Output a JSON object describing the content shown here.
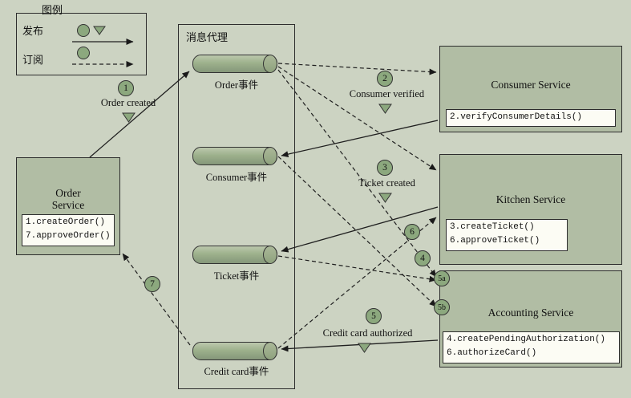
{
  "legend": {
    "title": "图例",
    "publish_label": "发布",
    "subscribe_label": "订阅"
  },
  "broker": {
    "title": "消息代理",
    "channels": {
      "order": "Order事件",
      "consumer": "Consumer事件",
      "ticket": "Ticket事件",
      "credit": "Credit card事件"
    }
  },
  "services": {
    "order": {
      "name": "Order Service",
      "methods": [
        "1.createOrder()",
        "7.approveOrder()"
      ]
    },
    "consumer": {
      "name": "Consumer Service",
      "methods": [
        "2.verifyConsumerDetails()"
      ]
    },
    "kitchen": {
      "name": "Kitchen Service",
      "methods": [
        "3.createTicket()",
        "6.approveTicket()"
      ]
    },
    "accounting": {
      "name": "Accounting Service",
      "methods": [
        "4.createPendingAuthorization()",
        "6.authorizeCard()"
      ]
    }
  },
  "steps": {
    "s1": {
      "num": "1",
      "label": "Order created"
    },
    "s2": {
      "num": "2",
      "label": "Consumer verified"
    },
    "s3": {
      "num": "3",
      "label": "Ticket created"
    },
    "s4": {
      "num": "4"
    },
    "s5": {
      "num": "5",
      "label": "Credit card authorized"
    },
    "s5a": {
      "num": "5a"
    },
    "s5b": {
      "num": "5b"
    },
    "s6": {
      "num": "6"
    },
    "s7": {
      "num": "7"
    }
  },
  "colors": {
    "background": "#ccd3c2",
    "service_box": "#b1bda4",
    "channel_fill": "#9db18c",
    "marker_fill": "#8ca87e",
    "arrow": "#1f1f1f",
    "method_box": "#fcfcf4"
  }
}
